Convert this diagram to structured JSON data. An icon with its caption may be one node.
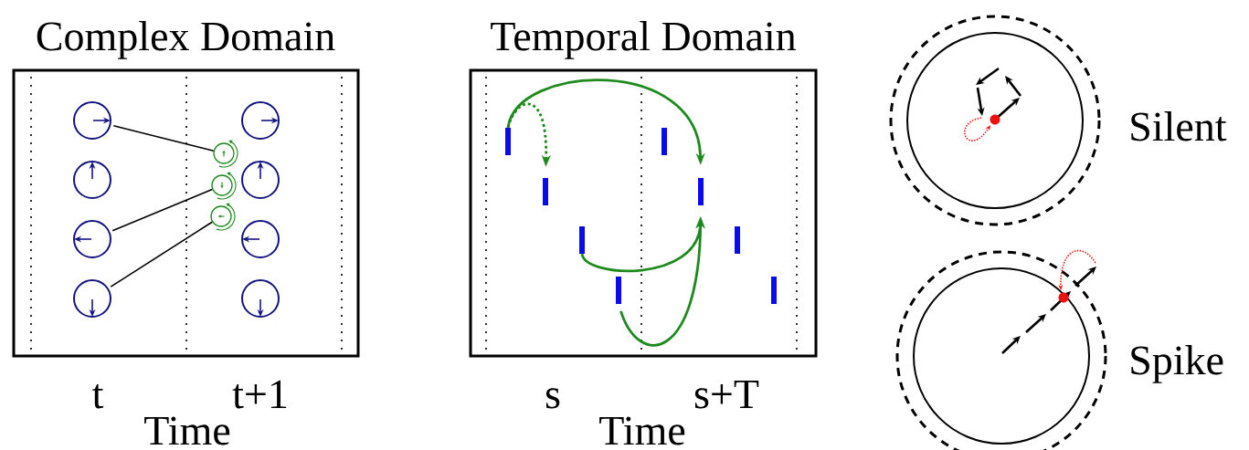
{
  "diagram": {
    "nodes": [
      {
        "text": [
          "Complex Domain"
        ]
      },
      {
        "text": [],
        "shape": "circle",
        "in": 0
      },
      {
        "text": [],
        "shape": "circle",
        "in": 0
      },
      {
        "text": [],
        "shape": "circle",
        "in": 0
      },
      {
        "text": [],
        "shape": "circle",
        "in": 0
      },
      {
        "text": [],
        "shape": "circle",
        "in": 0
      },
      {
        "text": [],
        "shape": "circle",
        "in": 0
      },
      {
        "text": [],
        "shape": "circle",
        "in": 0
      },
      {
        "text": [],
        "shape": "circle",
        "in": 0
      },
      {
        "text": [],
        "shape": "circle",
        "in": 0
      },
      {
        "text": [],
        "shape": "circle",
        "in": 0
      },
      {
        "text": [],
        "shape": "circle",
        "in": 0
      },
      {
        "text": [
          "Temporal Domain"
        ]
      },
      {
        "text": [],
        "shape": "bar",
        "in": 12
      },
      {
        "text": [],
        "shape": "bar",
        "in": 12
      },
      {
        "text": [],
        "shape": "bar",
        "in": 12
      },
      {
        "text": [],
        "shape": "bar",
        "in": 12
      },
      {
        "text": [],
        "shape": "bar",
        "in": 12
      },
      {
        "text": [],
        "shape": "bar",
        "in": 12
      },
      {
        "text": [],
        "shape": "bar",
        "in": 12
      },
      {
        "text": [],
        "shape": "bar",
        "in": 12
      }
    ],
    "edges": [
      {
        "from": 1,
        "to": 9,
        "arrow": "none",
        "color": "#000000"
      },
      {
        "from": 3,
        "to": 10,
        "arrow": "none",
        "color": "#000000"
      },
      {
        "from": 4,
        "to": 11,
        "arrow": "none",
        "color": "#000000"
      },
      {
        "from": 13,
        "to": 18,
        "arrow": "to"
      },
      {
        "from": 13,
        "to": 14,
        "arrow": "to",
        "style": "dashed"
      },
      {
        "from": 15,
        "to": 18,
        "arrow": "to"
      },
      {
        "from": 16,
        "to": 18,
        "arrow": "to"
      }
    ],
    "labels": [
      "t",
      "t+1",
      "Time",
      "s",
      "s+T",
      "Time",
      "Silent",
      "Spike"
    ]
  }
}
